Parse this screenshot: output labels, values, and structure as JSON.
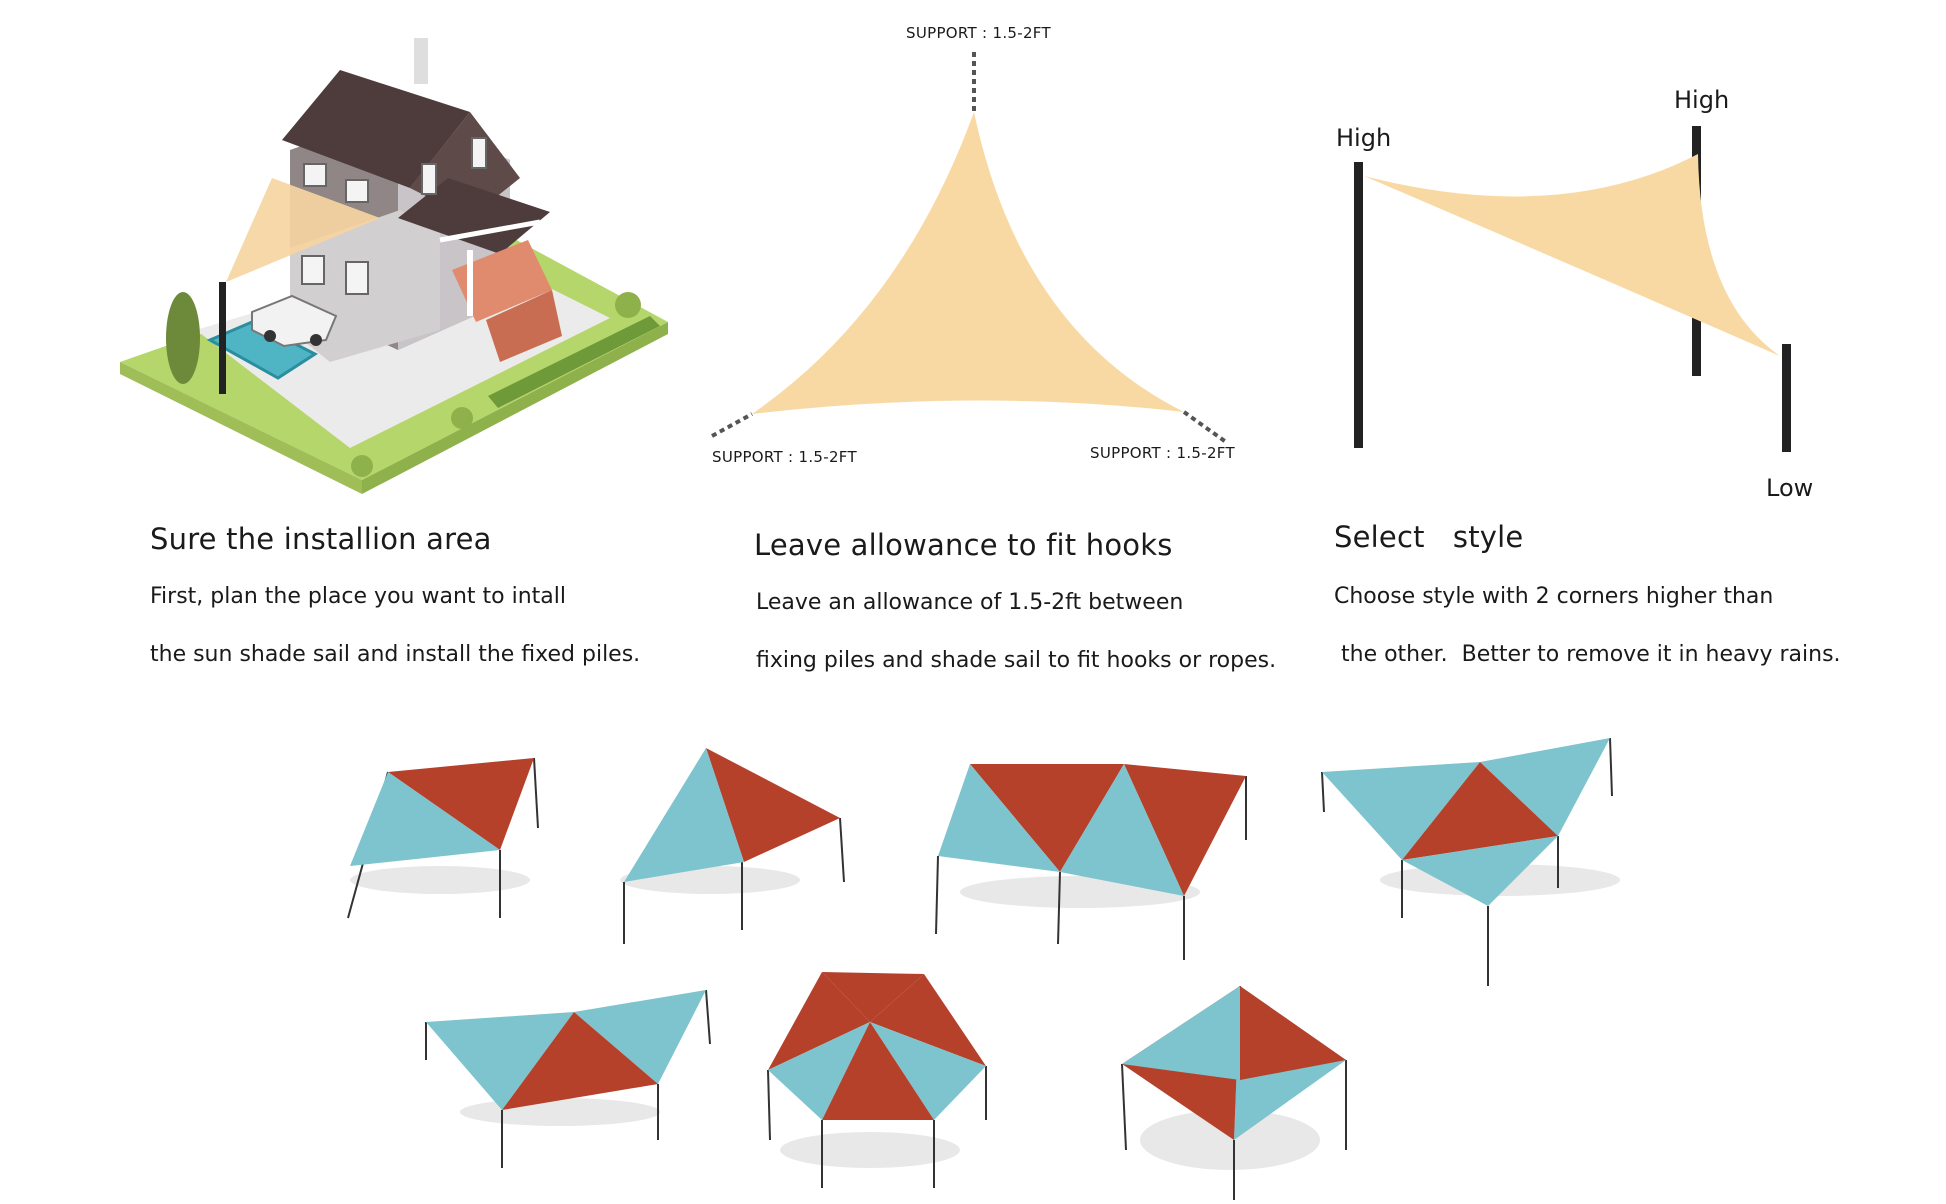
{
  "colors": {
    "sail_sand": "#f9d9a3",
    "sail_blue": "#7ec4ce",
    "sail_red": "#b5412b",
    "pole": "#222222"
  },
  "panels": [
    {
      "title": "Sure the installion area",
      "lines": [
        "First, plan the place you want to intall",
        "the sun shade sail and install the fixed piles."
      ]
    },
    {
      "title": "Leave allowance to fit hooks",
      "lines": [
        "Leave an allowance of 1.5-2ft between",
        "fixing piles and shade sail to fit hooks or ropes."
      ],
      "support_labels": [
        "SUPPORT : 1.5-2FT",
        "SUPPORT : 1.5-2FT",
        "SUPPORT : 1.5-2FT"
      ]
    },
    {
      "title": "Select   style",
      "lines": [
        "Choose style with 2 corners higher than",
        " the other.  Better to remove it in heavy rains."
      ],
      "height_labels": [
        "High",
        "High",
        "Low"
      ]
    }
  ]
}
